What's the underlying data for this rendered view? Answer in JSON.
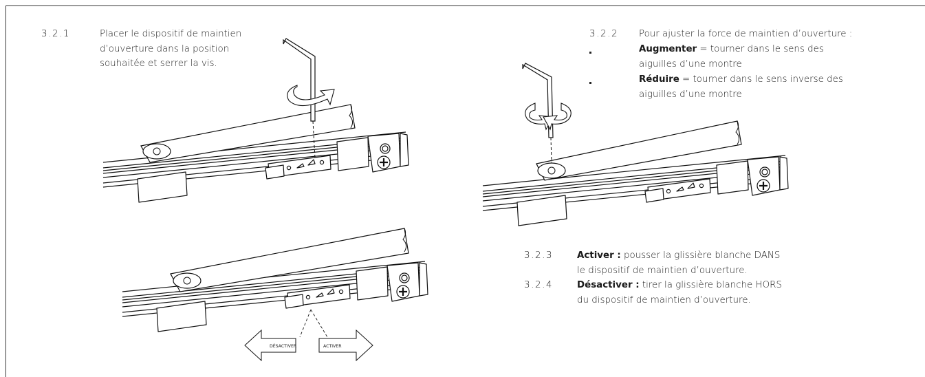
{
  "sections": {
    "s321": {
      "number": "3.2.1",
      "lines": [
        "Placer le dispositif de maintien",
        "d’ouverture dans la position",
        "souhaitée et serrer la vis."
      ]
    },
    "s322": {
      "number": "3.2.2",
      "intro": "Pour ajuster la force de maintien d’ouverture :",
      "increase_label": "Augmenter",
      "increase_text": " = tourner dans le sens des",
      "increase_text2": "aiguilles d’une montre",
      "decrease_label": "Réduire",
      "decrease_text": " = tourner dans le sens inverse des",
      "decrease_text2": "aiguilles d’une montre"
    },
    "s323": {
      "number": "3.2.3",
      "label": "Activer :",
      "text": " pousser la glissière blanche DANS",
      "text2": "le dispositif de maintien d’ouverture."
    },
    "s324": {
      "number": "3.2.4",
      "label": "Désactiver :",
      "text": " tirer la glissière blanche HORS",
      "text2": "du dispositif de maintien d’ouverture."
    }
  },
  "arrows": {
    "deactivate": "DÉSACTIVER",
    "activate": "ACTIVER"
  }
}
